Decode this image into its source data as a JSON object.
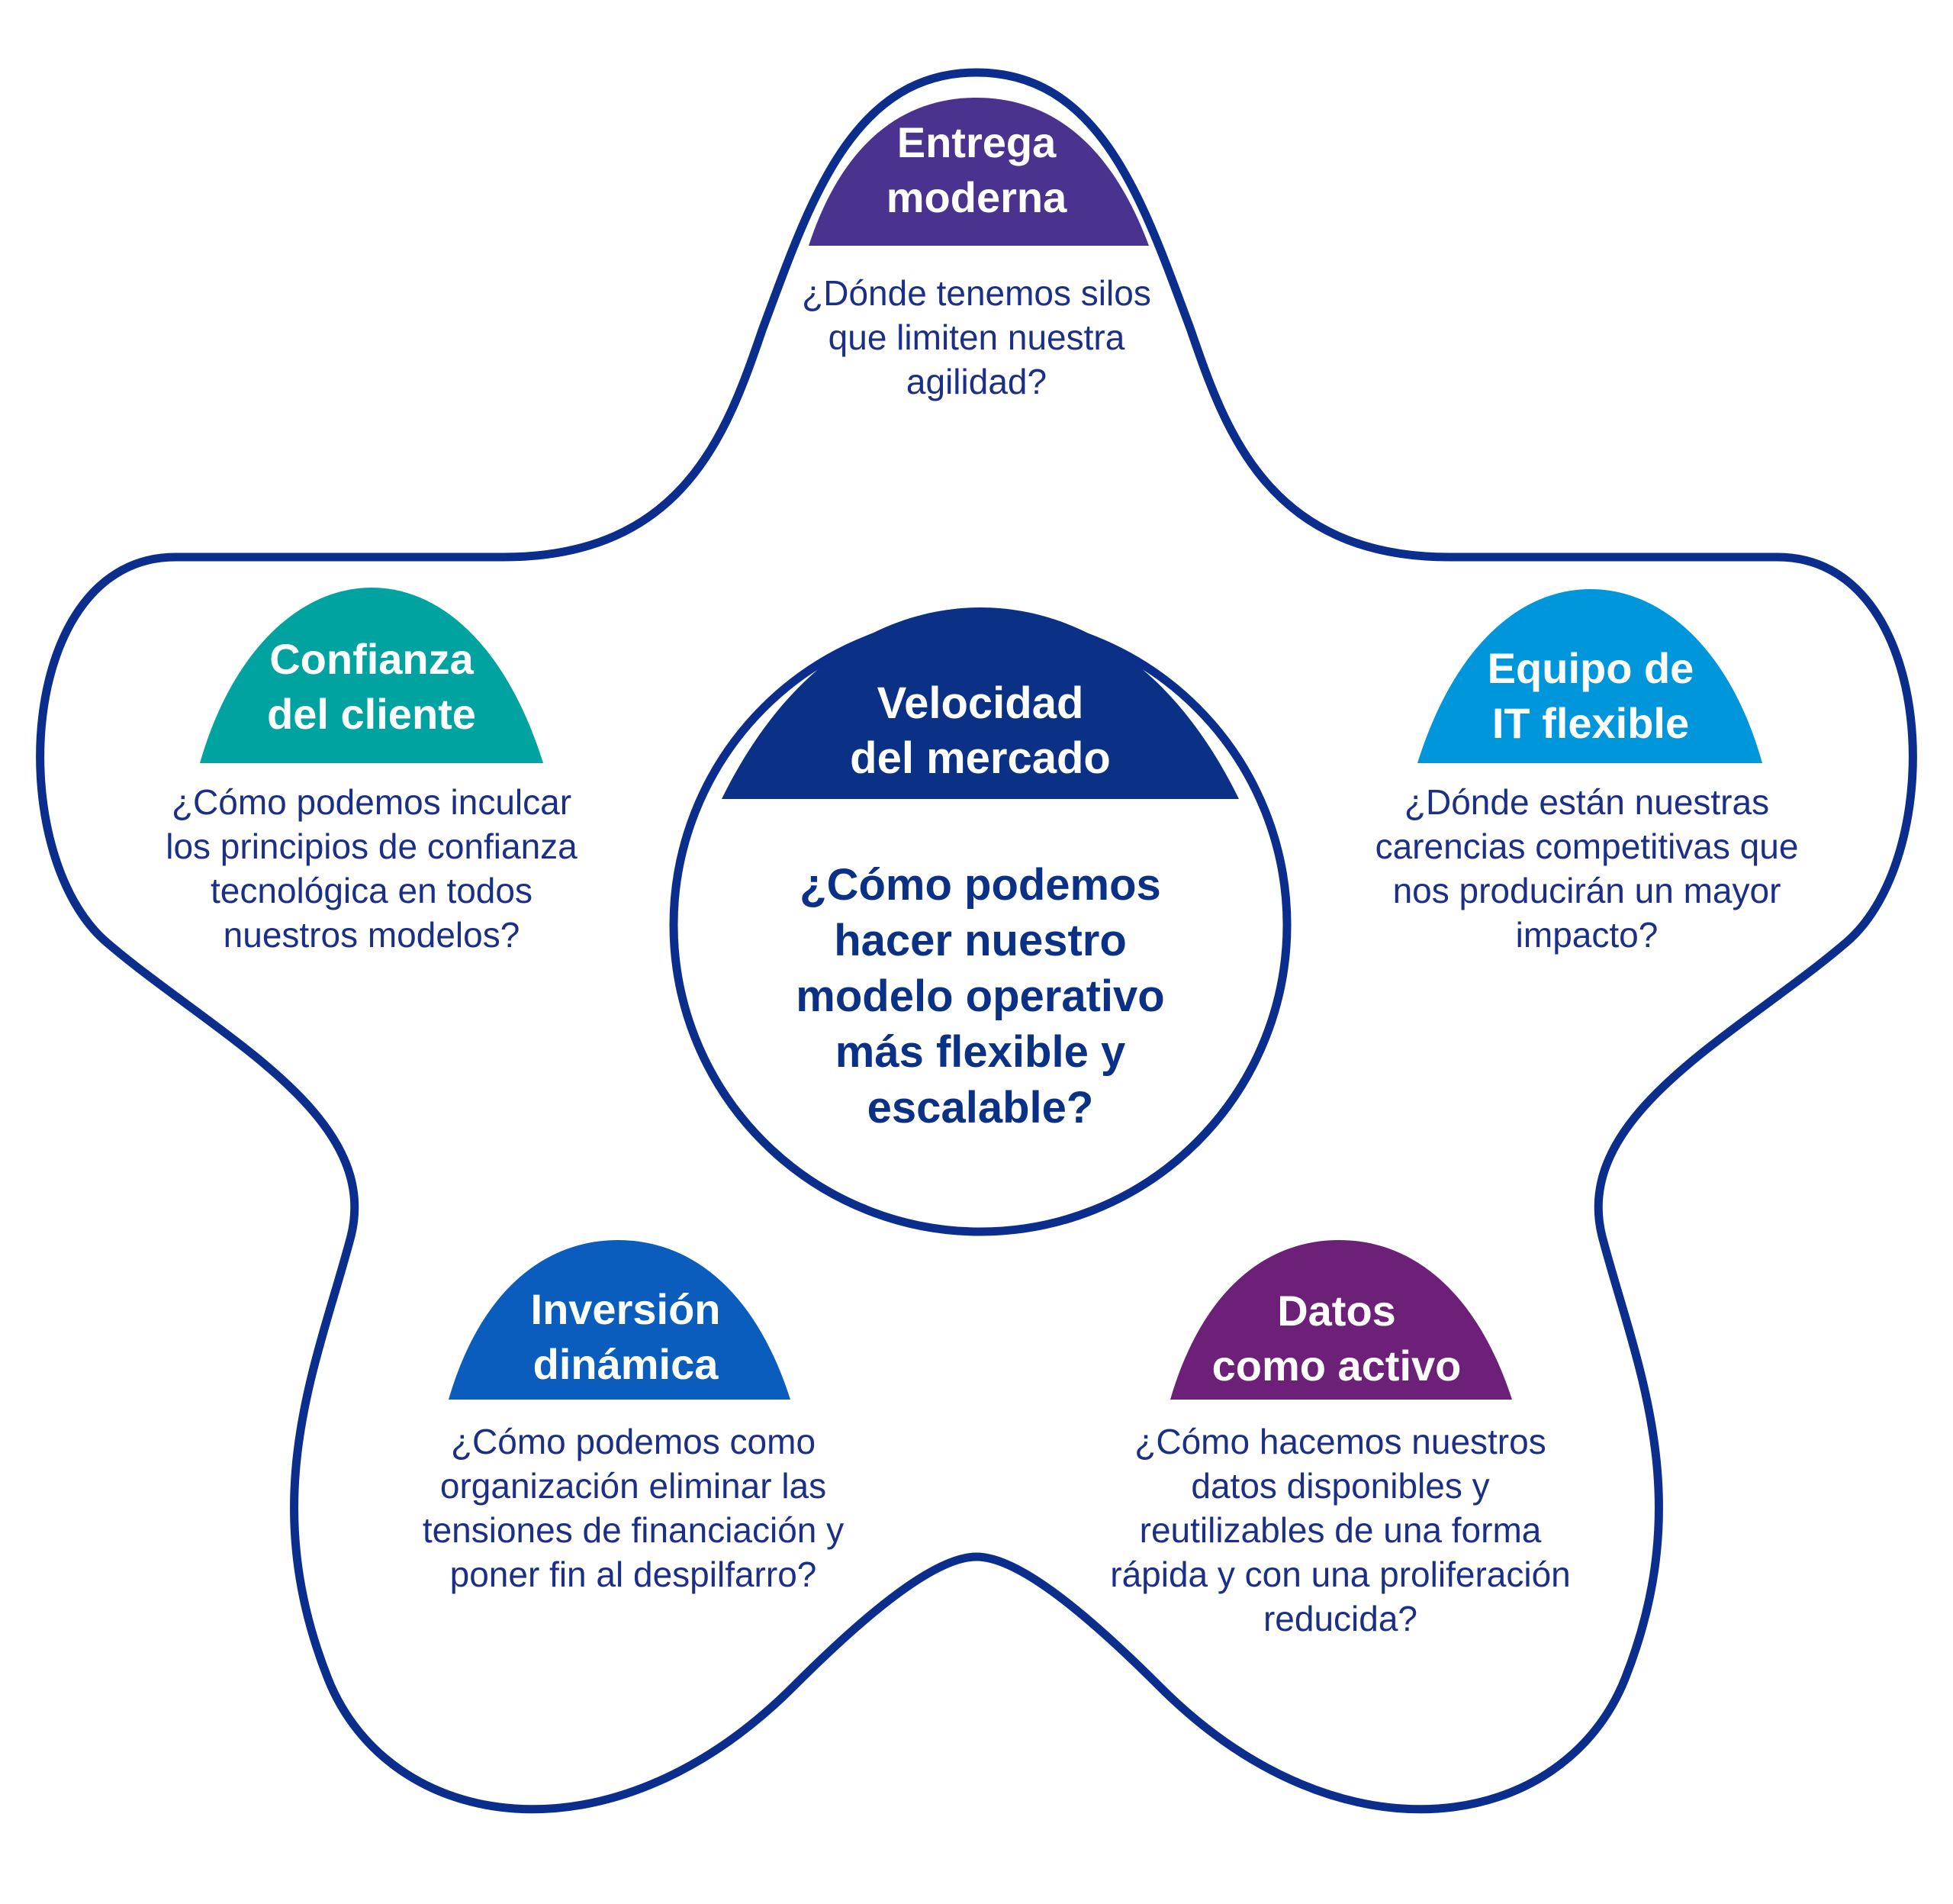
{
  "colors": {
    "outline": "#0b2d8c",
    "center": "#0b3186",
    "entrega": "#4a338f",
    "confianza": "#00a3a0",
    "equipo": "#0096db",
    "inversion": "#0a5cbd",
    "datos": "#6d2077",
    "question_text": "#1c2f86"
  },
  "center": {
    "title": [
      "Velocidad",
      "del mercado"
    ],
    "question": [
      "¿Cómo podemos",
      "hacer nuestro",
      "modelo operativo",
      "más flexible y",
      "escalable?"
    ]
  },
  "nodes": {
    "entrega": {
      "title": [
        "Entrega",
        "moderna"
      ],
      "question": [
        "¿Dónde tenemos silos",
        "que limiten nuestra",
        "agilidad?"
      ]
    },
    "confianza": {
      "title": [
        "Confianza",
        "del cliente"
      ],
      "question": [
        "¿Cómo podemos inculcar",
        "los principios de confianza",
        "tecnológica en todos",
        "nuestros modelos?"
      ]
    },
    "equipo": {
      "title": [
        "Equipo de",
        "IT flexible"
      ],
      "question": [
        "¿Dónde están nuestras",
        "carencias competitivas que",
        "nos producirán un mayor",
        "impacto?"
      ]
    },
    "inversion": {
      "title": [
        "Inversión",
        "dinámica"
      ],
      "question": [
        "¿Cómo podemos como",
        "organización eliminar las",
        "tensiones de financiación y",
        "poner fin al despilfarro?"
      ]
    },
    "datos": {
      "title": [
        "Datos",
        "como activo"
      ],
      "question": [
        "¿Cómo hacemos nuestros",
        "datos disponibles y",
        "reutilizables de una forma",
        "rápida y con una proliferación",
        "reducida?"
      ]
    }
  }
}
